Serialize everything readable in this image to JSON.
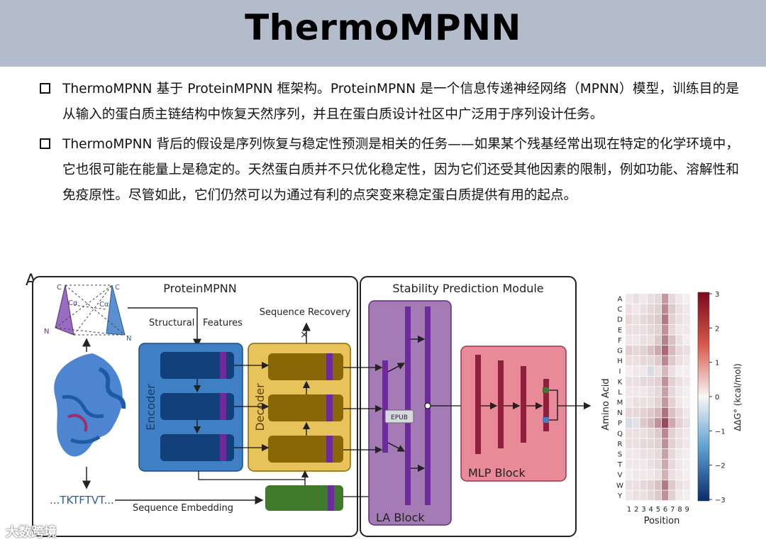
{
  "title": "ThermoMPNN",
  "bullets": [
    "ThermoMPNN 基于 ProteinMPNN 框架构。ProteinMPNN 是一个信息传递神经网络（MPNN）模型，训练目的是从输入的蛋白质主链结构中恢复天然序列，并且在蛋白质设计社区中广泛用于序列设计任务。",
    "ThermoMPNN 背后的假设是序列恢复与稳定性预测是相关的任务——如果某个残基经常出现在特定的化学环境中，它也很可能在能量上是稳定的。天然蛋白质并不只优化稳定性，因为它们还受其他因素的限制，例如功能、溶解性和免疫原性。尽管如此，它们仍然可以为通过有利的点突变来稳定蛋白质提供有用的起点。"
  ],
  "figure": {
    "panel_letter": "A",
    "proteinmpnn_label": "ProteinMPNN",
    "stability_label": "Stability Prediction Module",
    "structural_label": "Structural",
    "features_label": "Features",
    "seq_recovery_label": "Sequence Recovery",
    "encoder_label": "Encoder",
    "decoder_label": "Decoder",
    "sequence_text": "...TKTFTVT...",
    "seq_embedding_label": "Sequence Embedding",
    "epub_label": "EPUB",
    "la_block_label": "LA Block",
    "mlp_block_label": "MLP Block",
    "atom_c": "C",
    "atom_ca": "Cα",
    "atom_n": "N",
    "colors": {
      "encoder": "#3f7fc4",
      "encoder_inner": "#11407a",
      "decoder": "#e8c25a",
      "decoder_inner": "#8a6705",
      "embedding": "#3f7a2c",
      "la_block": "#a57bb6",
      "mlp_block": "#e98a98",
      "purple_bar": "#6d2a9a",
      "mlp_bar": "#8e1f3e"
    }
  },
  "heatmap": {
    "y_title": "Amino Acid",
    "x_title": "Position",
    "amino_acids": [
      "A",
      "C",
      "D",
      "E",
      "F",
      "G",
      "H",
      "I",
      "K",
      "L",
      "M",
      "N",
      "P",
      "Q",
      "R",
      "S",
      "T",
      "V",
      "W",
      "Y"
    ],
    "positions": [
      "1",
      "2",
      "3",
      "4",
      "5",
      "6",
      "7",
      "8",
      "9"
    ],
    "colorbar_label": "ΔΔG° (kcal/mol)",
    "colorbar_ticks": [
      "3",
      "2",
      "1",
      "0",
      "−1",
      "−2",
      "−3"
    ],
    "values": [
      [
        0.2,
        0.3,
        0.2,
        0.3,
        0.4,
        1.2,
        0.4,
        0.2,
        0.1
      ],
      [
        0.3,
        0.2,
        0.3,
        0.4,
        0.5,
        1.4,
        0.6,
        0.3,
        0.2
      ],
      [
        0.4,
        0.3,
        0.4,
        0.5,
        0.6,
        1.6,
        0.5,
        0.3,
        0.2
      ],
      [
        0.3,
        0.3,
        0.3,
        0.4,
        0.5,
        1.3,
        0.4,
        0.2,
        0.2
      ],
      [
        0.2,
        0.2,
        0.3,
        0.3,
        0.6,
        1.5,
        0.7,
        0.3,
        0.1
      ],
      [
        0.5,
        0.4,
        0.5,
        0.7,
        1.0,
        1.8,
        0.8,
        0.4,
        0.3
      ],
      [
        0.3,
        0.3,
        0.4,
        0.4,
        0.6,
        1.4,
        0.6,
        0.3,
        0.2
      ],
      [
        0.1,
        0.2,
        0.2,
        -0.4,
        0.3,
        0.8,
        0.3,
        0.1,
        0.1
      ],
      [
        0.3,
        0.3,
        0.4,
        0.4,
        0.5,
        1.3,
        0.5,
        0.3,
        0.2
      ],
      [
        0.2,
        0.2,
        0.2,
        0.3,
        0.4,
        1.1,
        0.4,
        0.2,
        0.1
      ],
      [
        0.2,
        0.3,
        0.3,
        0.3,
        0.5,
        1.2,
        0.5,
        0.2,
        0.1
      ],
      [
        0.4,
        0.4,
        0.5,
        0.6,
        0.8,
        1.7,
        0.7,
        0.4,
        0.2
      ],
      [
        -0.4,
        -0.3,
        0.6,
        0.8,
        1.3,
        2.2,
        1.0,
        0.5,
        0.3
      ],
      [
        0.3,
        0.3,
        0.3,
        0.4,
        0.6,
        1.4,
        0.5,
        0.3,
        0.2
      ],
      [
        0.3,
        0.3,
        0.4,
        0.4,
        0.5,
        1.3,
        0.5,
        0.3,
        0.2
      ],
      [
        0.2,
        0.2,
        0.3,
        0.3,
        0.4,
        1.1,
        0.4,
        0.2,
        0.1
      ],
      [
        0.2,
        0.2,
        0.2,
        0.3,
        0.4,
        1.0,
        0.4,
        0.2,
        0.1
      ],
      [
        0.1,
        0.2,
        0.2,
        0.2,
        0.3,
        0.9,
        0.3,
        0.2,
        0.1
      ],
      [
        0.3,
        0.3,
        0.4,
        0.5,
        0.7,
        1.6,
        0.6,
        0.3,
        0.2
      ],
      [
        0.2,
        0.3,
        0.3,
        0.4,
        0.6,
        1.3,
        0.5,
        0.2,
        0.1
      ]
    ]
  },
  "watermark": "大数跨境"
}
